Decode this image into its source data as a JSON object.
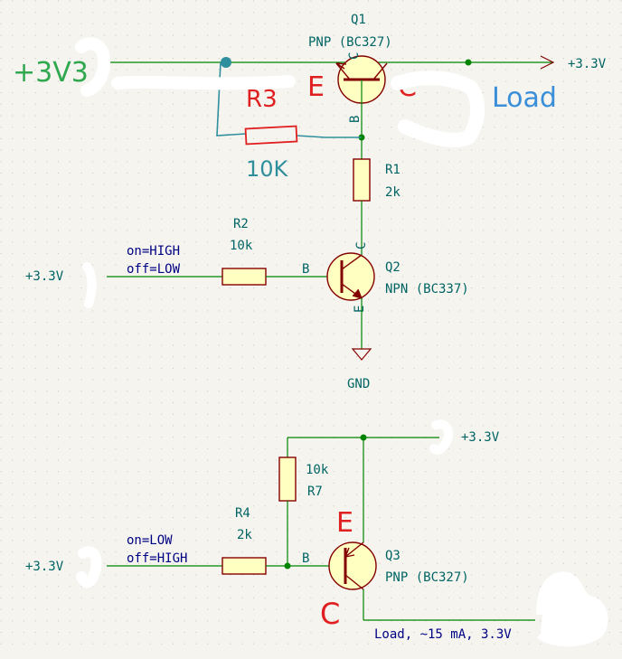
{
  "colors": {
    "background": "#f5f4ef",
    "wire": "#008400",
    "component": "#840000",
    "component_fill": "#ffffc2",
    "label": "#006464",
    "net_label": "#000084",
    "annotation_red": "#e02020",
    "annotation_green": "#2fa84f",
    "annotation_blue": "#3a8fd8",
    "annotation_teal": "#2f8f9d"
  },
  "power": {
    "top_left": "+3V3",
    "top_right": "+3.3V",
    "mid_left": "+3.3V",
    "bottom_left": "+3.3V",
    "bottom_right": "+3.3V",
    "gnd": "GND"
  },
  "q1": {
    "ref": "Q1",
    "value": "PNP (BC327)",
    "pin_b": "B",
    "pin_c": "C"
  },
  "q2": {
    "ref": "Q2",
    "value": "NPN (BC337)",
    "pin_b": "B",
    "pin_c": "C",
    "pin_e": "E"
  },
  "q3": {
    "ref": "Q3",
    "value": "PNP (BC327)",
    "pin_b": "B"
  },
  "r1": {
    "ref": "R1",
    "value": "2k"
  },
  "r2": {
    "ref": "R2",
    "value": "10k"
  },
  "r4": {
    "ref": "R4",
    "value": "2k"
  },
  "r7": {
    "ref": "R7",
    "value": "10k"
  },
  "nets": {
    "mid_on": "on=HIGH",
    "mid_off": "off=LOW",
    "bottom_on": "on=LOW",
    "bottom_off": "off=HIGH",
    "load_out": "Load, ~15 mA, 3.3V"
  },
  "annotations": {
    "q1_e": "E",
    "q1_c": "C",
    "r3_ref": "R3",
    "r3_value": "10K",
    "load": "Load",
    "q3_e": "E",
    "q3_c": "C"
  }
}
